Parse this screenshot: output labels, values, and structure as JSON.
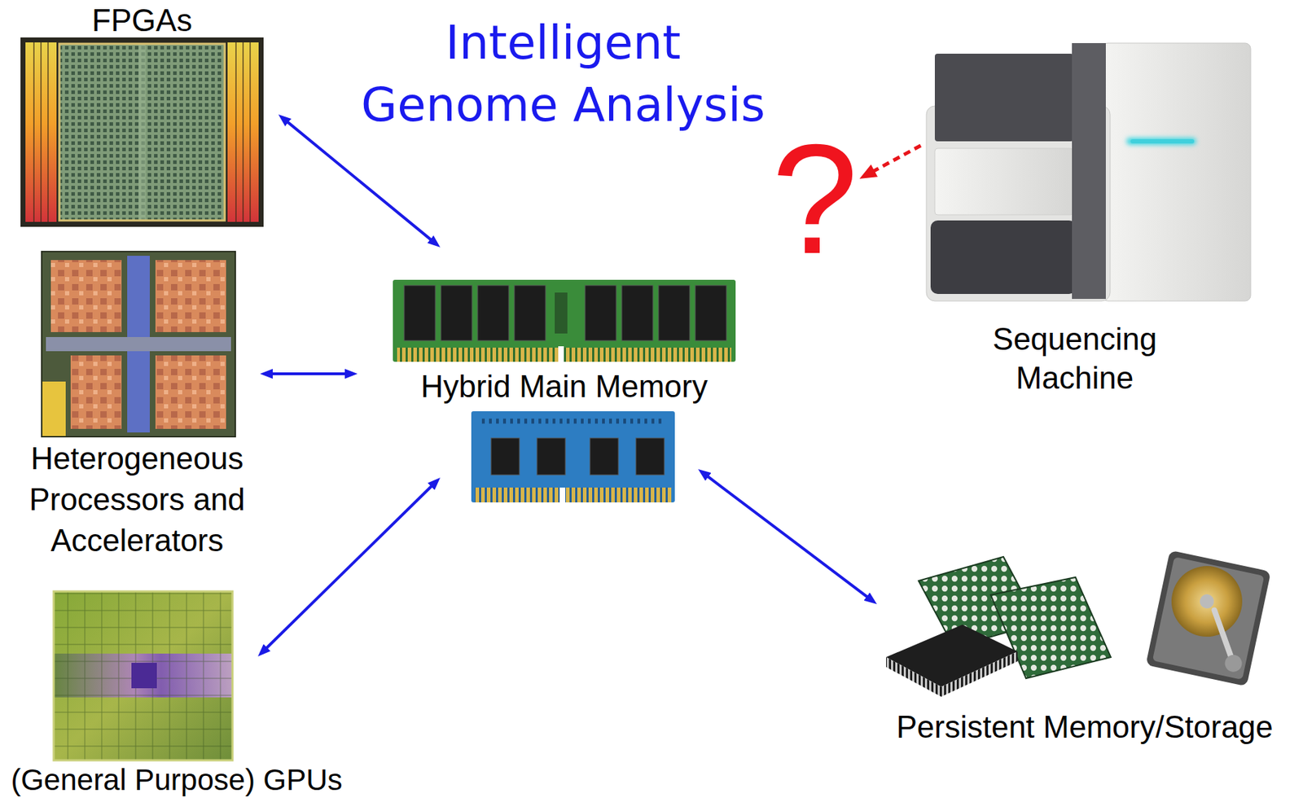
{
  "diagram": {
    "title": "Intelligent Genome Analysis",
    "nodes": [
      {
        "text": [
          "FPGAs"
        ]
      },
      {
        "text": [
          "Heterogeneous Processors and Accelerators"
        ]
      },
      {
        "text": [
          "(General Purpose) GPUs"
        ]
      },
      {
        "text": [
          "Hybrid Main Memory"
        ]
      },
      {
        "text": [
          "?"
        ]
      },
      {
        "text": [
          "Sequencing Machine"
        ]
      },
      {
        "text": [
          "Persistent Memory/Storage"
        ]
      }
    ],
    "edges": [
      {
        "from": 0,
        "to": 3,
        "arrow": "both"
      },
      {
        "from": 1,
        "to": 3,
        "arrow": "both"
      },
      {
        "from": 2,
        "to": 3,
        "arrow": "both"
      },
      {
        "from": 3,
        "to": 6,
        "arrow": "both"
      },
      {
        "from": 5,
        "to": 4,
        "arrow": "to"
      }
    ]
  }
}
